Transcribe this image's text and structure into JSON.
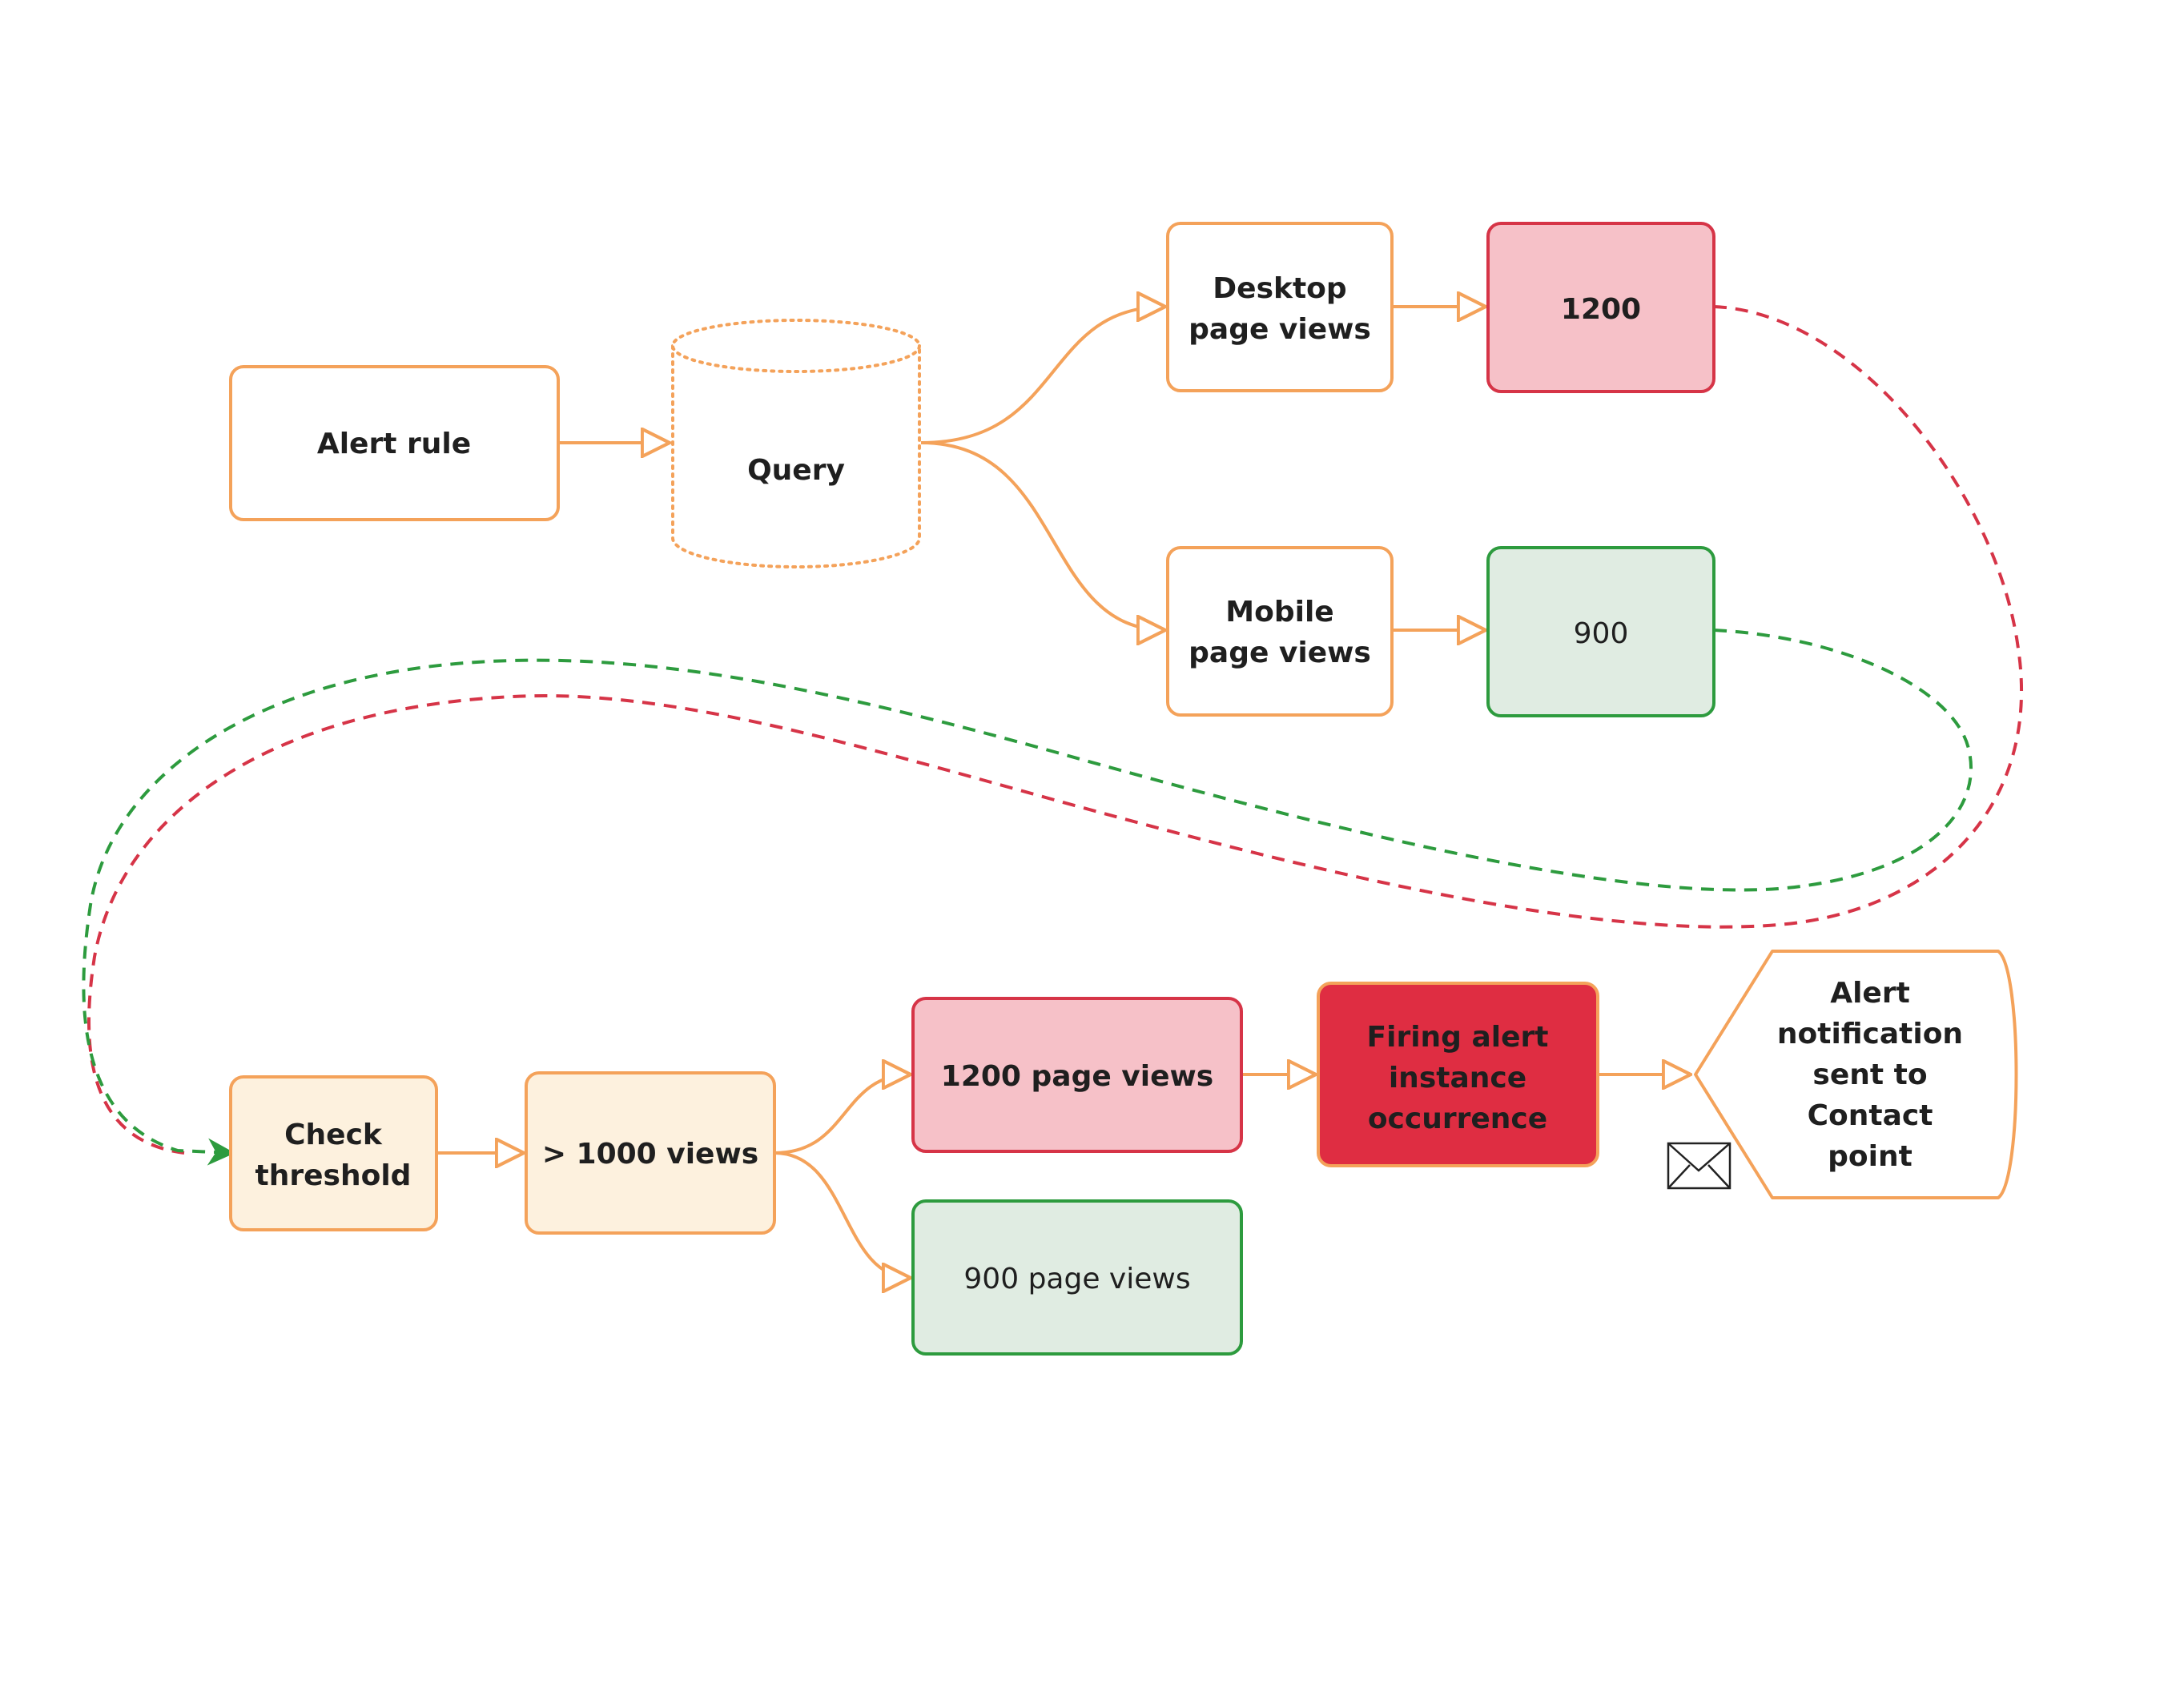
{
  "colors": {
    "orange": "#f4a25a",
    "red": "#d63447",
    "red_fill": "#f6c1c8",
    "red_solid": "#df2d42",
    "green": "#2d9b3e",
    "green_fill": "#e0ece2",
    "cream_fill": "#fdf1de",
    "white": "#ffffff"
  },
  "nodes": {
    "alert_rule": {
      "lines": [
        "Alert rule"
      ]
    },
    "query": {
      "lines": [
        "Query"
      ]
    },
    "desktop": {
      "lines": [
        "Desktop",
        "page views"
      ]
    },
    "mobile": {
      "lines": [
        "Mobile",
        "page views"
      ]
    },
    "value_1200": {
      "lines": [
        "1200"
      ]
    },
    "value_900": {
      "lines": [
        "900"
      ]
    },
    "check": {
      "lines": [
        "Check",
        "threshold"
      ]
    },
    "threshold": {
      "lines": [
        "> 1000 views"
      ]
    },
    "pv_1200": {
      "lines": [
        "1200 page views"
      ]
    },
    "pv_900": {
      "lines": [
        "900 page views"
      ]
    },
    "firing": {
      "lines": [
        "Firing alert",
        "instance",
        "occurrence"
      ]
    },
    "notification": {
      "lines": [
        "Alert",
        "notification",
        "sent to",
        "Contact",
        "point"
      ]
    }
  },
  "icons": {
    "notification": "envelope-icon"
  }
}
